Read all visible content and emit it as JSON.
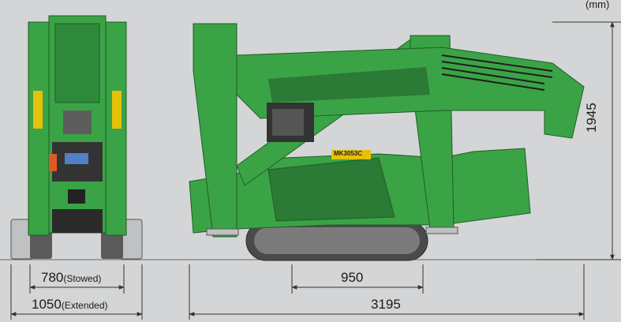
{
  "units": "(mm)",
  "model_label": "MK3053C",
  "dimensions": {
    "stowed_width": {
      "value": "780",
      "note": "(Stowed)"
    },
    "extended_width": {
      "value": "1050",
      "note": "(Extended)"
    },
    "wheelbase": {
      "value": "950"
    },
    "overall_length": {
      "value": "3195"
    },
    "height": {
      "value": "1945"
    }
  },
  "colors": {
    "background": "#d4d5d6",
    "machine_green": "#3aa346",
    "dark_green": "#24752f",
    "track": "#4a4a4a",
    "line": "#333333"
  }
}
